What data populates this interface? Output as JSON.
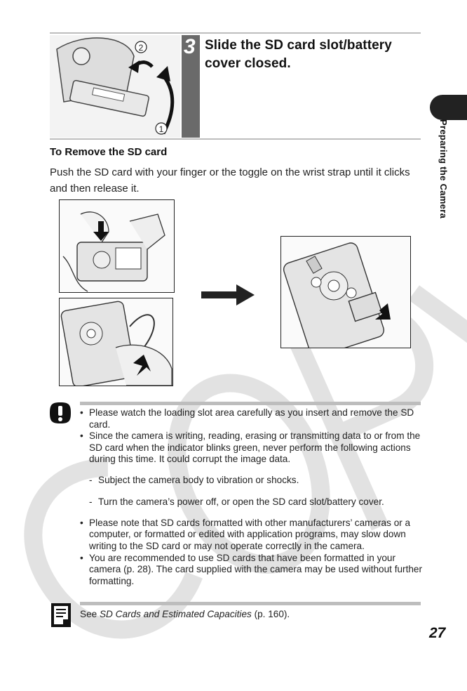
{
  "step": {
    "number": "3",
    "text": "Slide the SD card slot/battery cover closed.",
    "callout_1": "1",
    "callout_2": "2"
  },
  "section": {
    "heading": "To Remove the SD card",
    "body": "Push the SD card with your finger or the toggle on the wrist strap until it clicks and then release it."
  },
  "side_tab": {
    "label": "Preparing the Camera"
  },
  "caution": {
    "items": [
      {
        "text": "Please watch the loading slot area carefully as you insert and remove the SD card."
      },
      {
        "text": "Since the camera is writing, reading, erasing or transmitting data to or from the SD card when the indicator blinks green, never perform the following actions during this time. It could corrupt the image data.",
        "sub": [
          "Subject the camera body to vibration or shocks.",
          "Turn the camera’s power off, or open the SD card slot/battery cover."
        ]
      },
      {
        "text": "Please note that SD cards formatted with other manufacturers’ cameras or a computer, or formatted or edited with application programs, may slow down writing to the SD card or may not operate correctly in the camera."
      },
      {
        "text": "You are recommended to use SD cards that have been formatted in your camera (p. 28). The card supplied with the camera may be used without further formatting."
      }
    ]
  },
  "see_also": {
    "prefix": "See ",
    "link": "SD Cards and Estimated Capacities",
    "suffix": " (p. 160)."
  },
  "page_number": "27",
  "watermark": "COPY",
  "icons": {
    "caution": "caution-exclamation-icon",
    "memo": "memo-note-icon",
    "arrow": "right-arrow-icon"
  },
  "colors": {
    "step_bar": "#6a6a6a",
    "rule": "#bdbdbd",
    "tab": "#222222"
  }
}
